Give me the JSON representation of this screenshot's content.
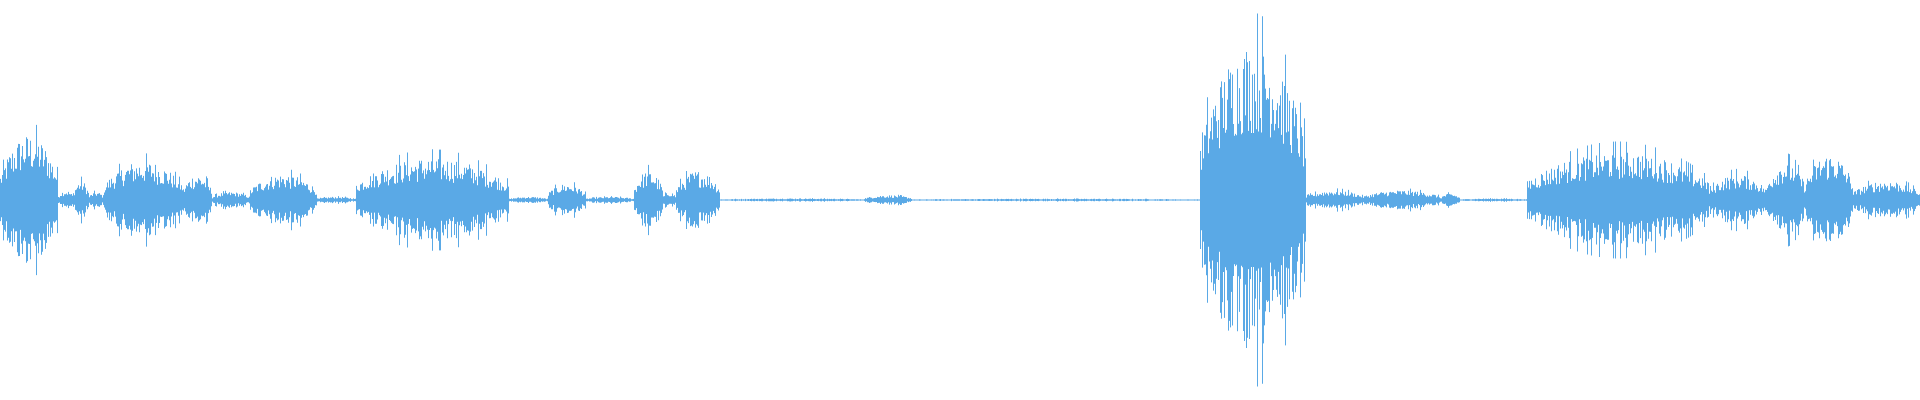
{
  "waveform": {
    "color": "#5aa9e6",
    "background": "#ffffff",
    "amplitude_scale": 1.0,
    "segments": [
      {
        "start": 0.0,
        "end": 0.03,
        "peak": 0.4
      },
      {
        "start": 0.03,
        "end": 0.038,
        "peak": 0.06
      },
      {
        "start": 0.038,
        "end": 0.046,
        "peak": 0.12
      },
      {
        "start": 0.046,
        "end": 0.054,
        "peak": 0.05
      },
      {
        "start": 0.054,
        "end": 0.095,
        "peak": 0.24
      },
      {
        "start": 0.095,
        "end": 0.11,
        "peak": 0.16
      },
      {
        "start": 0.11,
        "end": 0.13,
        "peak": 0.05
      },
      {
        "start": 0.13,
        "end": 0.165,
        "peak": 0.16
      },
      {
        "start": 0.165,
        "end": 0.185,
        "peak": 0.02
      },
      {
        "start": 0.185,
        "end": 0.265,
        "peak": 0.26
      },
      {
        "start": 0.265,
        "end": 0.285,
        "peak": 0.02
      },
      {
        "start": 0.285,
        "end": 0.305,
        "peak": 0.1
      },
      {
        "start": 0.305,
        "end": 0.33,
        "peak": 0.02
      },
      {
        "start": 0.33,
        "end": 0.345,
        "peak": 0.18
      },
      {
        "start": 0.345,
        "end": 0.352,
        "peak": 0.05
      },
      {
        "start": 0.352,
        "end": 0.375,
        "peak": 0.18
      },
      {
        "start": 0.375,
        "end": 0.45,
        "peak": 0.01
      },
      {
        "start": 0.45,
        "end": 0.475,
        "peak": 0.03
      },
      {
        "start": 0.475,
        "end": 0.625,
        "peak": 0.008
      },
      {
        "start": 0.625,
        "end": 0.68,
        "peak": 0.96
      },
      {
        "start": 0.68,
        "end": 0.71,
        "peak": 0.06
      },
      {
        "start": 0.71,
        "end": 0.75,
        "peak": 0.06
      },
      {
        "start": 0.75,
        "end": 0.76,
        "peak": 0.04
      },
      {
        "start": 0.76,
        "end": 0.795,
        "peak": 0.01
      },
      {
        "start": 0.795,
        "end": 0.89,
        "peak": 0.3
      },
      {
        "start": 0.89,
        "end": 0.92,
        "peak": 0.16
      },
      {
        "start": 0.92,
        "end": 0.94,
        "peak": 0.24
      },
      {
        "start": 0.94,
        "end": 0.965,
        "peak": 0.28
      },
      {
        "start": 0.965,
        "end": 1.0,
        "peak": 0.12
      }
    ]
  }
}
